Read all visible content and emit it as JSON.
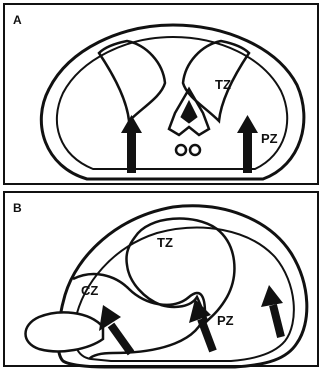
{
  "panels": [
    {
      "letter": "A",
      "zones": [
        "TZ",
        "PZ"
      ]
    },
    {
      "letter": "B",
      "zones": [
        "TZ",
        "CZ",
        "PZ"
      ]
    }
  ],
  "colors": {
    "ink": "#111111",
    "paper": "#ffffff"
  }
}
